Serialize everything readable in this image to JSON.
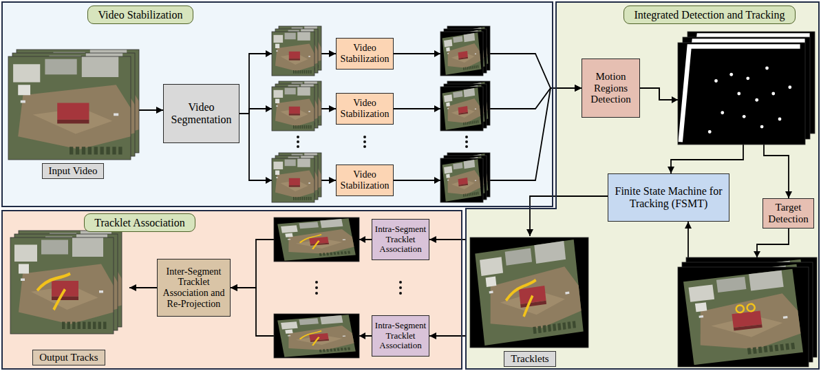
{
  "diagram": {
    "nodes": [
      {
        "text": [
          "Video Stabilization"
        ]
      },
      {
        "text": [
          "Input Video"
        ],
        "in": 0
      },
      {
        "text": [
          "Video Segmentation"
        ],
        "in": 0
      },
      {
        "text": [
          "Video Stabilization"
        ],
        "in": 0
      },
      {
        "text": [
          "Video Stabilization"
        ],
        "in": 0
      },
      {
        "text": [
          "Video Stabilization"
        ],
        "in": 0
      },
      {
        "text": [
          "Integrated Detection and Tracking"
        ]
      },
      {
        "text": [
          "Motion Regions Detection"
        ],
        "in": 6
      },
      {
        "text": [
          "Finite State Machine for Tracking (FSMT)"
        ],
        "in": 6
      },
      {
        "text": [
          "Target Detection"
        ],
        "in": 6
      },
      {
        "text": [
          "Tracklets"
        ],
        "in": 6
      },
      {
        "text": [
          "Tracklet Association"
        ]
      },
      {
        "text": [
          "Intra-Segment Tracklet Association"
        ],
        "in": 11
      },
      {
        "text": [
          "Intra-Segment Tracklet Association"
        ],
        "in": 11
      },
      {
        "text": [
          "Inter-Segment Tracklet Association and Re-Projection"
        ],
        "in": 11
      },
      {
        "text": [
          "Output Tracks"
        ],
        "in": 11
      }
    ],
    "edges": [
      {
        "from": 1,
        "to": 2,
        "arrow": "to"
      },
      {
        "from": 2,
        "to": 3,
        "arrow": "to"
      },
      {
        "from": 2,
        "to": 4,
        "arrow": "to"
      },
      {
        "from": 2,
        "to": 5,
        "arrow": "to"
      },
      {
        "from": 3,
        "to": 7,
        "arrow": "to"
      },
      {
        "from": 4,
        "to": 7,
        "arrow": "to"
      },
      {
        "from": 5,
        "to": 7,
        "arrow": "to"
      },
      {
        "from": 7,
        "to": 8,
        "arrow": "to"
      },
      {
        "from": 7,
        "to": 9,
        "arrow": "to"
      },
      {
        "from": 9,
        "to": 8,
        "arrow": "to"
      },
      {
        "from": 8,
        "to": 10,
        "arrow": "to"
      },
      {
        "from": 6,
        "to": 12,
        "arrow": "to"
      },
      {
        "from": 6,
        "to": 13,
        "arrow": "to"
      },
      {
        "from": 12,
        "to": 14,
        "arrow": "to"
      },
      {
        "from": 13,
        "to": 14,
        "arrow": "to"
      },
      {
        "from": 14,
        "to": 15,
        "arrow": "to"
      }
    ]
  }
}
